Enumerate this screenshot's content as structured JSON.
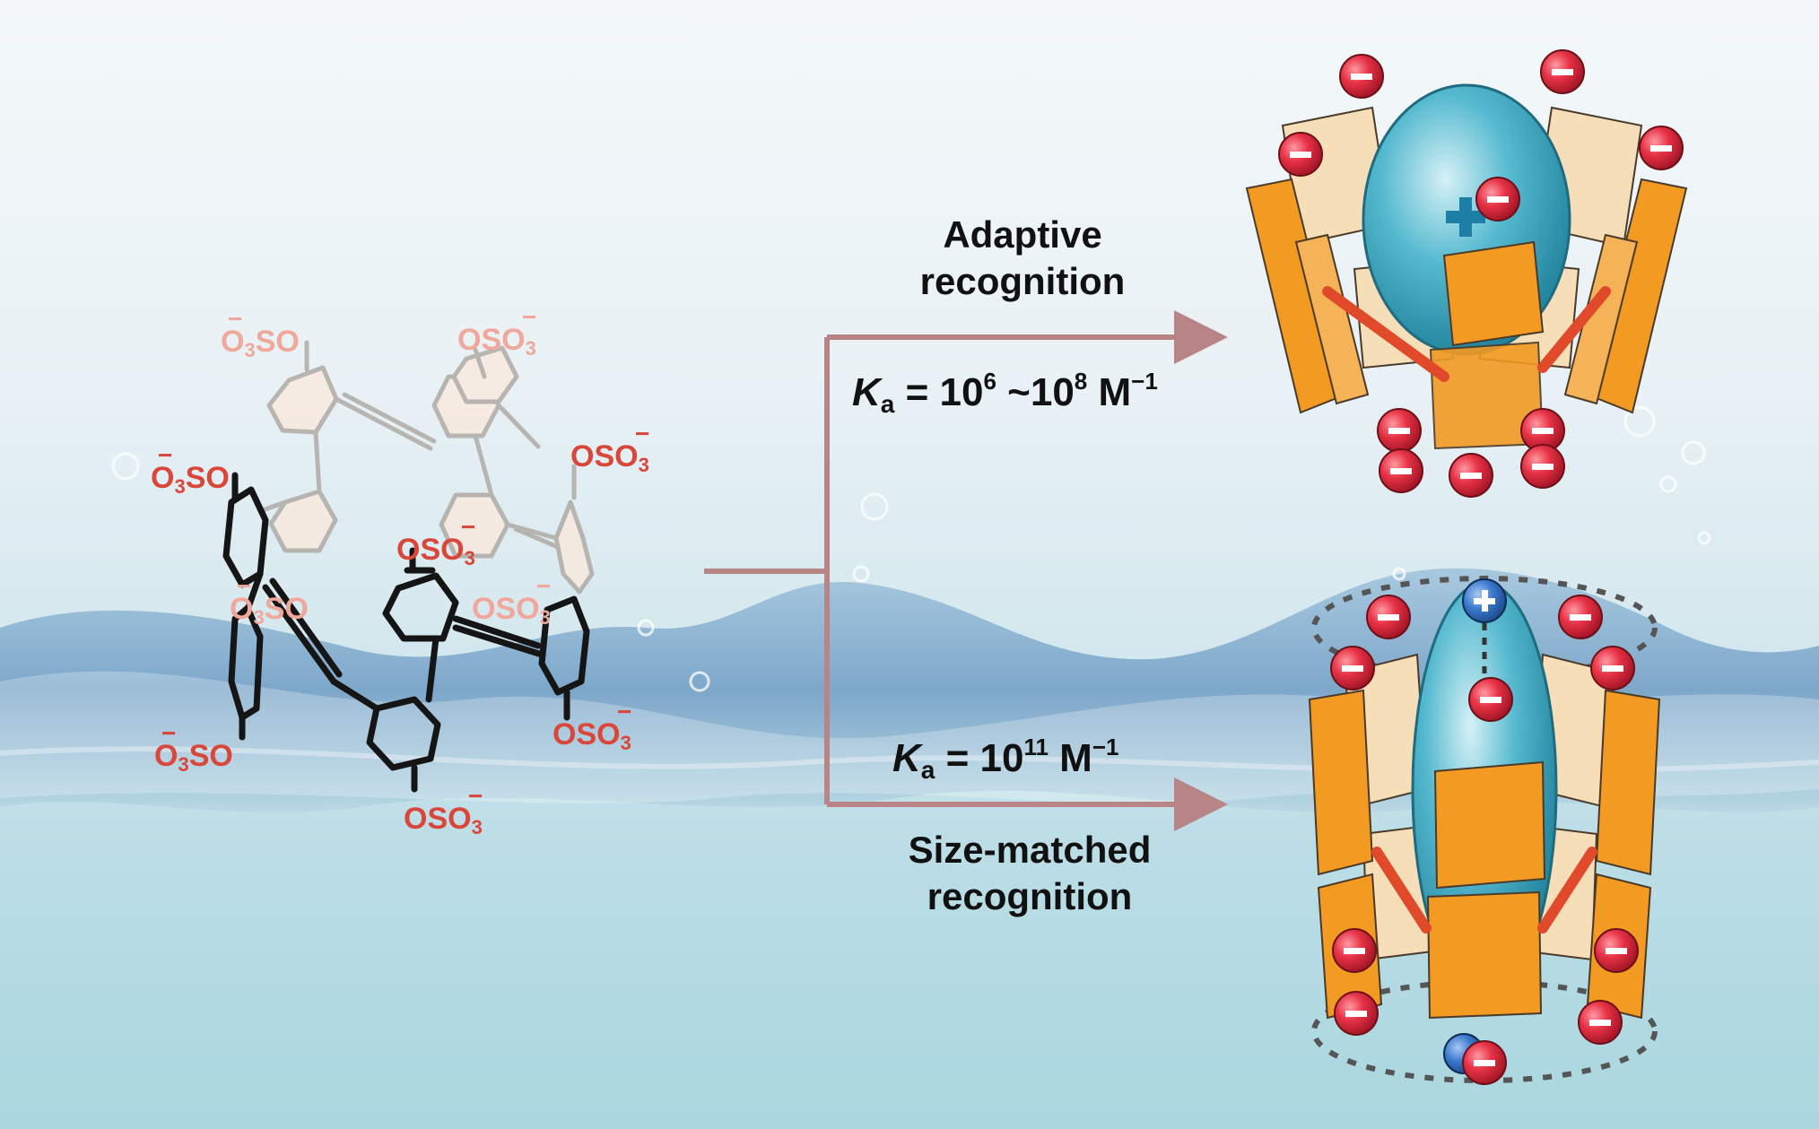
{
  "labels": {
    "adaptive_line1": "Adaptive",
    "adaptive_line2": "recognition",
    "ka_top_sym": "K",
    "ka_top_sub": "a",
    "ka_top_eq": " = 10",
    "ka_top_exp1": "6",
    "ka_top_mid": " ~10",
    "ka_top_exp2": "8",
    "ka_top_unit": " M",
    "ka_top_unit_exp": "−1",
    "ka_bot_sym": "K",
    "ka_bot_sub": "a",
    "ka_bot_eq": " = 10",
    "ka_bot_exp": "11",
    "ka_bot_unit": " M",
    "ka_bot_unit_exp": "−1",
    "sizematched_line1": "Size-matched",
    "sizematched_line2": "recognition"
  },
  "chem_groups": {
    "o3so": "O",
    "o3so_sub": "3",
    "o3so_tail": "SO",
    "oso3_head": "OSO",
    "oso3_sub": "3",
    "minus": "−"
  },
  "colors": {
    "arrow": "#b98485",
    "sulfonate": "#d9463a",
    "sulfonate_faded": "#f0a89c",
    "panel_orange": "#f29a22",
    "panel_cream": "#f6dfb8",
    "guest_blue": "#2f9fb8",
    "anion_red": "#e0283a",
    "cation_blue": "#2f6fc4"
  },
  "icons": [
    "minus-sign",
    "plus-sign",
    "water-wave",
    "bubbles"
  ]
}
